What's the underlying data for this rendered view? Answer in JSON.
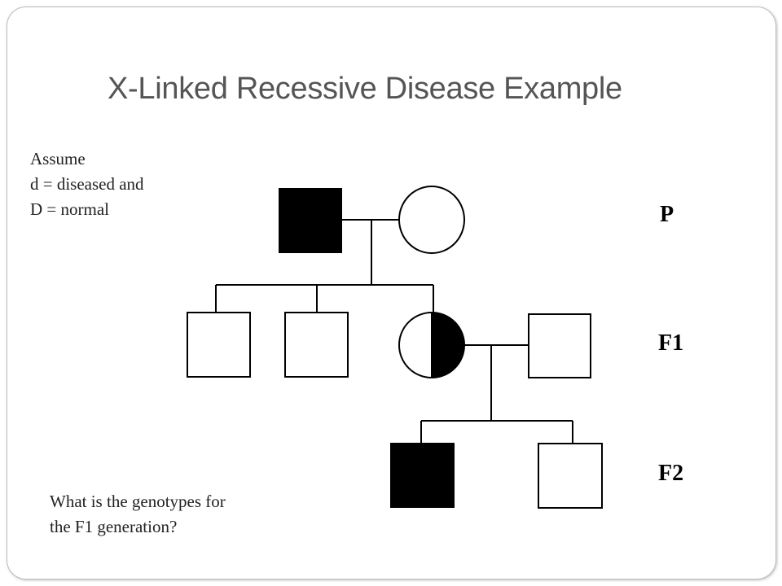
{
  "title": "X-Linked Recessive Disease Example",
  "assume": {
    "line1": "Assume",
    "line2": "d = diseased and",
    "line3": "D = normal"
  },
  "question": {
    "line1": "What is the genotypes for",
    "line2": "the F1 generation?"
  },
  "generations": {
    "p": "P",
    "f1": "F1",
    "f2": "F2"
  },
  "pedigree": {
    "P": [
      {
        "sex": "male",
        "status": "affected"
      },
      {
        "sex": "female",
        "status": "unaffected"
      }
    ],
    "F1": [
      {
        "sex": "male",
        "status": "unaffected"
      },
      {
        "sex": "male",
        "status": "unaffected"
      },
      {
        "sex": "female",
        "status": "carrier"
      },
      {
        "sex": "male",
        "status": "unaffected",
        "note": "spouse"
      }
    ],
    "F2": [
      {
        "sex": "male",
        "status": "affected"
      },
      {
        "sex": "male",
        "status": "unaffected"
      }
    ]
  },
  "colors": {
    "title": "#555555",
    "symbol_fill_affected": "#000000",
    "symbol_fill_unaffected": "#ffffff",
    "line": "#000000"
  }
}
